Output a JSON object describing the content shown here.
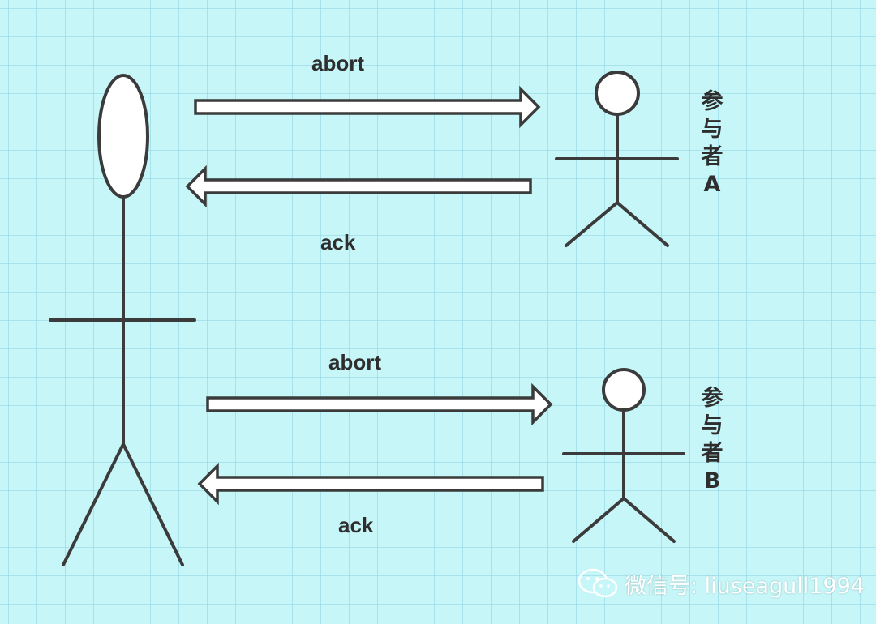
{
  "colors": {
    "background": "#c6f6f7",
    "grid": "#95d6e6",
    "stroke": "#3b3b3b",
    "fill": "#ffffff"
  },
  "icons": [
    "coordinator-figure",
    "participant-figure",
    "right-arrow",
    "left-arrow",
    "wechat-icon"
  ],
  "arrows_a": {
    "request": "abort",
    "response": "ack"
  },
  "arrows_b": {
    "request": "abort",
    "response": "ack"
  },
  "participant_a": {
    "chars": [
      "参",
      "与",
      "者",
      "A"
    ]
  },
  "participant_b": {
    "chars": [
      "参",
      "与",
      "者",
      "B"
    ]
  },
  "watermark": {
    "text": "微信号: liuseagull1994"
  }
}
